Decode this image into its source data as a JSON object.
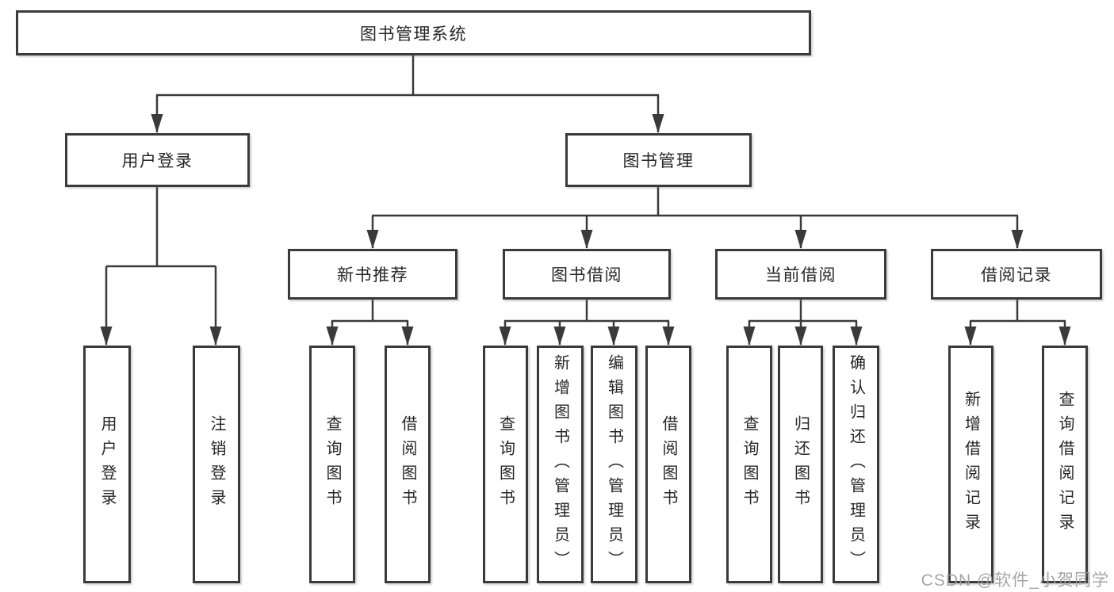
{
  "tree": {
    "root": "图书管理系统",
    "branches": [
      {
        "label": "用户登录",
        "leaves": [
          "用户登录",
          "注销登录"
        ]
      },
      {
        "label": "图书管理",
        "groups": [
          {
            "label": "新书推荐",
            "leaves": [
              "查询图书",
              "借阅图书"
            ]
          },
          {
            "label": "图书借阅",
            "leaves": [
              "查询图书",
              "新增图书（管理员）",
              "编辑图书（管理员）",
              "借阅图书"
            ]
          },
          {
            "label": "当前借阅",
            "leaves": [
              "查询图书",
              "归还图书",
              "确认归还（管理员）"
            ]
          },
          {
            "label": "借阅记录",
            "leaves": [
              "新增借阅记录",
              "查询借阅记录"
            ]
          }
        ]
      }
    ]
  },
  "watermark": {
    "text": "CSDN @软件_小贺同学"
  },
  "colors": {
    "line": "#3a3a3a",
    "text": "#262626",
    "watermark": "#9e9e9e",
    "background": "#ffffff"
  }
}
